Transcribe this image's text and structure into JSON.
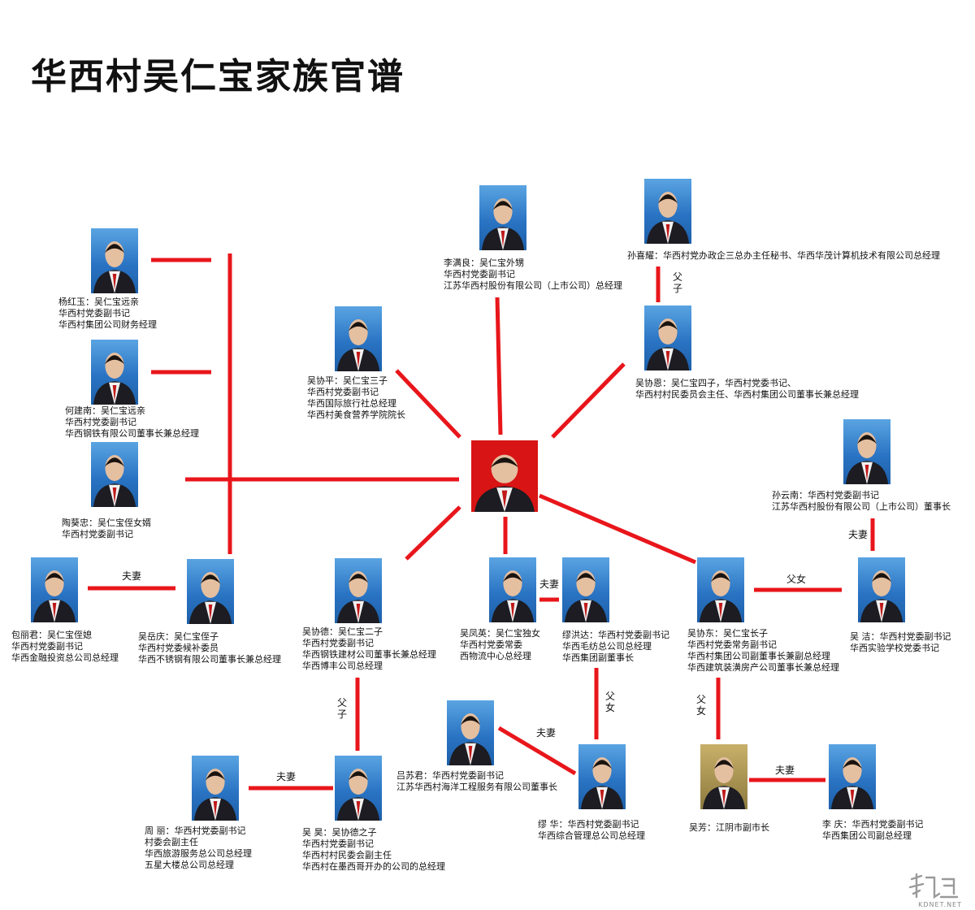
{
  "title": "华西村吴仁宝家族官谱",
  "watermark": {
    "text": "KDNET.NET"
  },
  "colors": {
    "line": "#e8161b",
    "photo_bg": "#2a74c4",
    "center_bg": "#d81414"
  },
  "people": {
    "yang": [
      "杨红玉：吴仁宝远亲",
      "华西村党委副书记",
      "华西村集团公司财务经理"
    ],
    "he": [
      "何建南：吴仁宝远亲",
      "华西村党委副书记",
      "华西钢铁有限公司董事长兼总经理"
    ],
    "tao": [
      "陶葵忠：吴仁宝侄女婿",
      "华西村党委副书记"
    ],
    "bao": [
      "包丽君：吴仁宝侄媳",
      "华西村党委副书记",
      "华西金融投资总公司总经理"
    ],
    "yueqing": [
      "吴岳庆：吴仁宝侄子",
      "华西村党委候补委员",
      "华西不锈钢有限公司董事长兼总经理"
    ],
    "xieping": [
      "吴协平：吴仁宝三子",
      "华西村党委副书记",
      "华西国际旅行社总经理",
      "华西村美食营养学院院长"
    ],
    "li_manliang": [
      "李满良：吴仁宝外甥",
      "华西村党委副书记",
      "江苏华西村股份有限公司（上市公司）总经理"
    ],
    "sun_xiyao": [
      "孙喜耀：华西村党办政企三总办主任秘书、华西华茂计算机技术有限公司总经理"
    ],
    "xieen": [
      "吴协恩：吴仁宝四子，华西村党委书记、",
      "华西村村民委员会主任、华西村集团公司董事长兼总经理"
    ],
    "sun_yunnan": [
      "孙云南：华西村党委副书记",
      "江苏华西村股份有限公司（上市公司）董事长"
    ],
    "xiede": [
      "吴协德：吴仁宝二子",
      "华西村党委副书记",
      "华西钢铁建材公司董事长兼总经理",
      "华西博丰公司总经理"
    ],
    "fengying": [
      "吴凤英：吴仁宝独女",
      "华西村党委常委",
      "西物流中心总经理"
    ],
    "miao_hongda": [
      "缪洪达：华西村党委副书记",
      "华西毛纺总公司总经理",
      "华西集团副董事长"
    ],
    "xiedong": [
      "吴协东：吴仁宝长子",
      "华西村党委常务副书记",
      "华西村集团公司副董事长兼副总经理",
      "华西建筑装潢房产公司董事长兼总经理"
    ],
    "wu_jie": [
      "吴 洁：华西村党委副书记",
      "华西实验学校党委书记"
    ],
    "lv_sujun": [
      "吕苏君：华西村党委副书记",
      "江苏华西村海洋工程服务有限公司董事长"
    ],
    "zhou_li": [
      "周 丽：华西村党委副书记",
      "村委会副主任",
      "华西旅游服务总公司总经理",
      "五星大楼总公司总经理"
    ],
    "wu_hao": [
      "吴 昊：吴协德之子",
      "华西村党委副书记",
      "华西村村民委会副主任",
      "华西村在墨西哥开办的公司的总经理"
    ],
    "miao_hua": [
      "缪 华：华西村党委副书记",
      "华西综合管理总公司总经理"
    ],
    "wu_fang": [
      "吴芳：江阴市副市长"
    ],
    "li_qing": [
      "李 庆：华西村党委副书记",
      "华西集团公司副总经理"
    ]
  },
  "relations": {
    "bao_yueqing": "夫妻",
    "sunxi_xieen": "父子",
    "sunyun_wujie": "夫妻",
    "feng_miao": "夫妻",
    "xiedong_wujie": "父女",
    "xiede_wuhao": "父子",
    "miao_miaohua": "父女",
    "lv_miaohua": "夫妻",
    "xiedong_wufang": "父女",
    "zhou_wuhao": "夫妻",
    "wufang_liqing": "夫妻"
  }
}
